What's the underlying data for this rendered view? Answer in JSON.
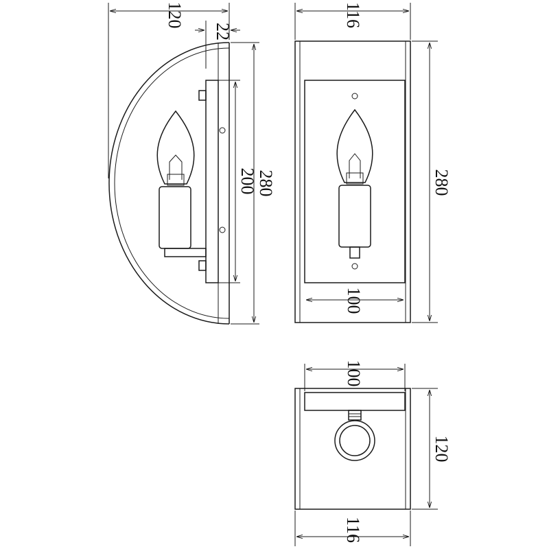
{
  "side_view": {
    "width_label": "120",
    "plate_depth_label": "22",
    "inner_height_label": "200",
    "outer_height_label": "280"
  },
  "front_view": {
    "width_label": "116",
    "inner_width_label": "100",
    "height_label": "280"
  },
  "top_view": {
    "inner_width_label": "100",
    "depth_label": "120",
    "width_label": "116"
  },
  "colors": {
    "line": "#1a1a1a",
    "background": "#ffffff"
  }
}
